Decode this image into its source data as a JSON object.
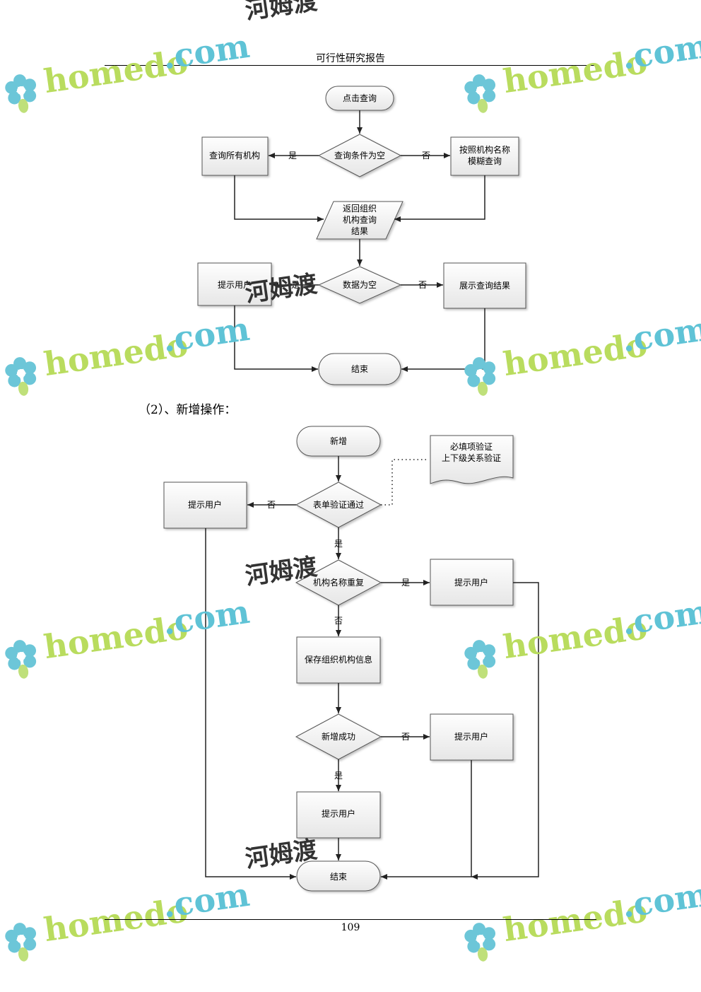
{
  "header": {
    "title": "可行性研究报告"
  },
  "watermark": {
    "site": "homedo",
    "dot_com": ".com",
    "cn": "河姆渡"
  },
  "flow1": {
    "start": "点击查询",
    "cond1": "查询条件为空",
    "yes1": "是",
    "no1": "否",
    "left_box": "查询所有机构",
    "right_box": [
      "按照机构名称",
      "模糊查询"
    ],
    "result": [
      "返回组织",
      "机构查询",
      "结果"
    ],
    "cond2": "数据为空",
    "yes2": "是",
    "no2": "否",
    "prompt": "提示用户",
    "show": "展示查询结果",
    "end": "结束"
  },
  "caption": "（2）、新增操作：",
  "flow2": {
    "start": "新增",
    "note": [
      "必填项验证",
      "上下级关系验证"
    ],
    "cond1": "表单验证通过",
    "no1": "否",
    "yes1": "是",
    "prompt1": "提示用户",
    "cond2": "机构名称重复",
    "yes2": "是",
    "no2": "否",
    "prompt2": "提示用户",
    "save": "保存组织机构信息",
    "cond3": "新增成功",
    "no3": "否",
    "yes3": "是",
    "prompt3": "提示用户",
    "prompt4": "提示用户",
    "end": "结束"
  },
  "page_number": "109"
}
